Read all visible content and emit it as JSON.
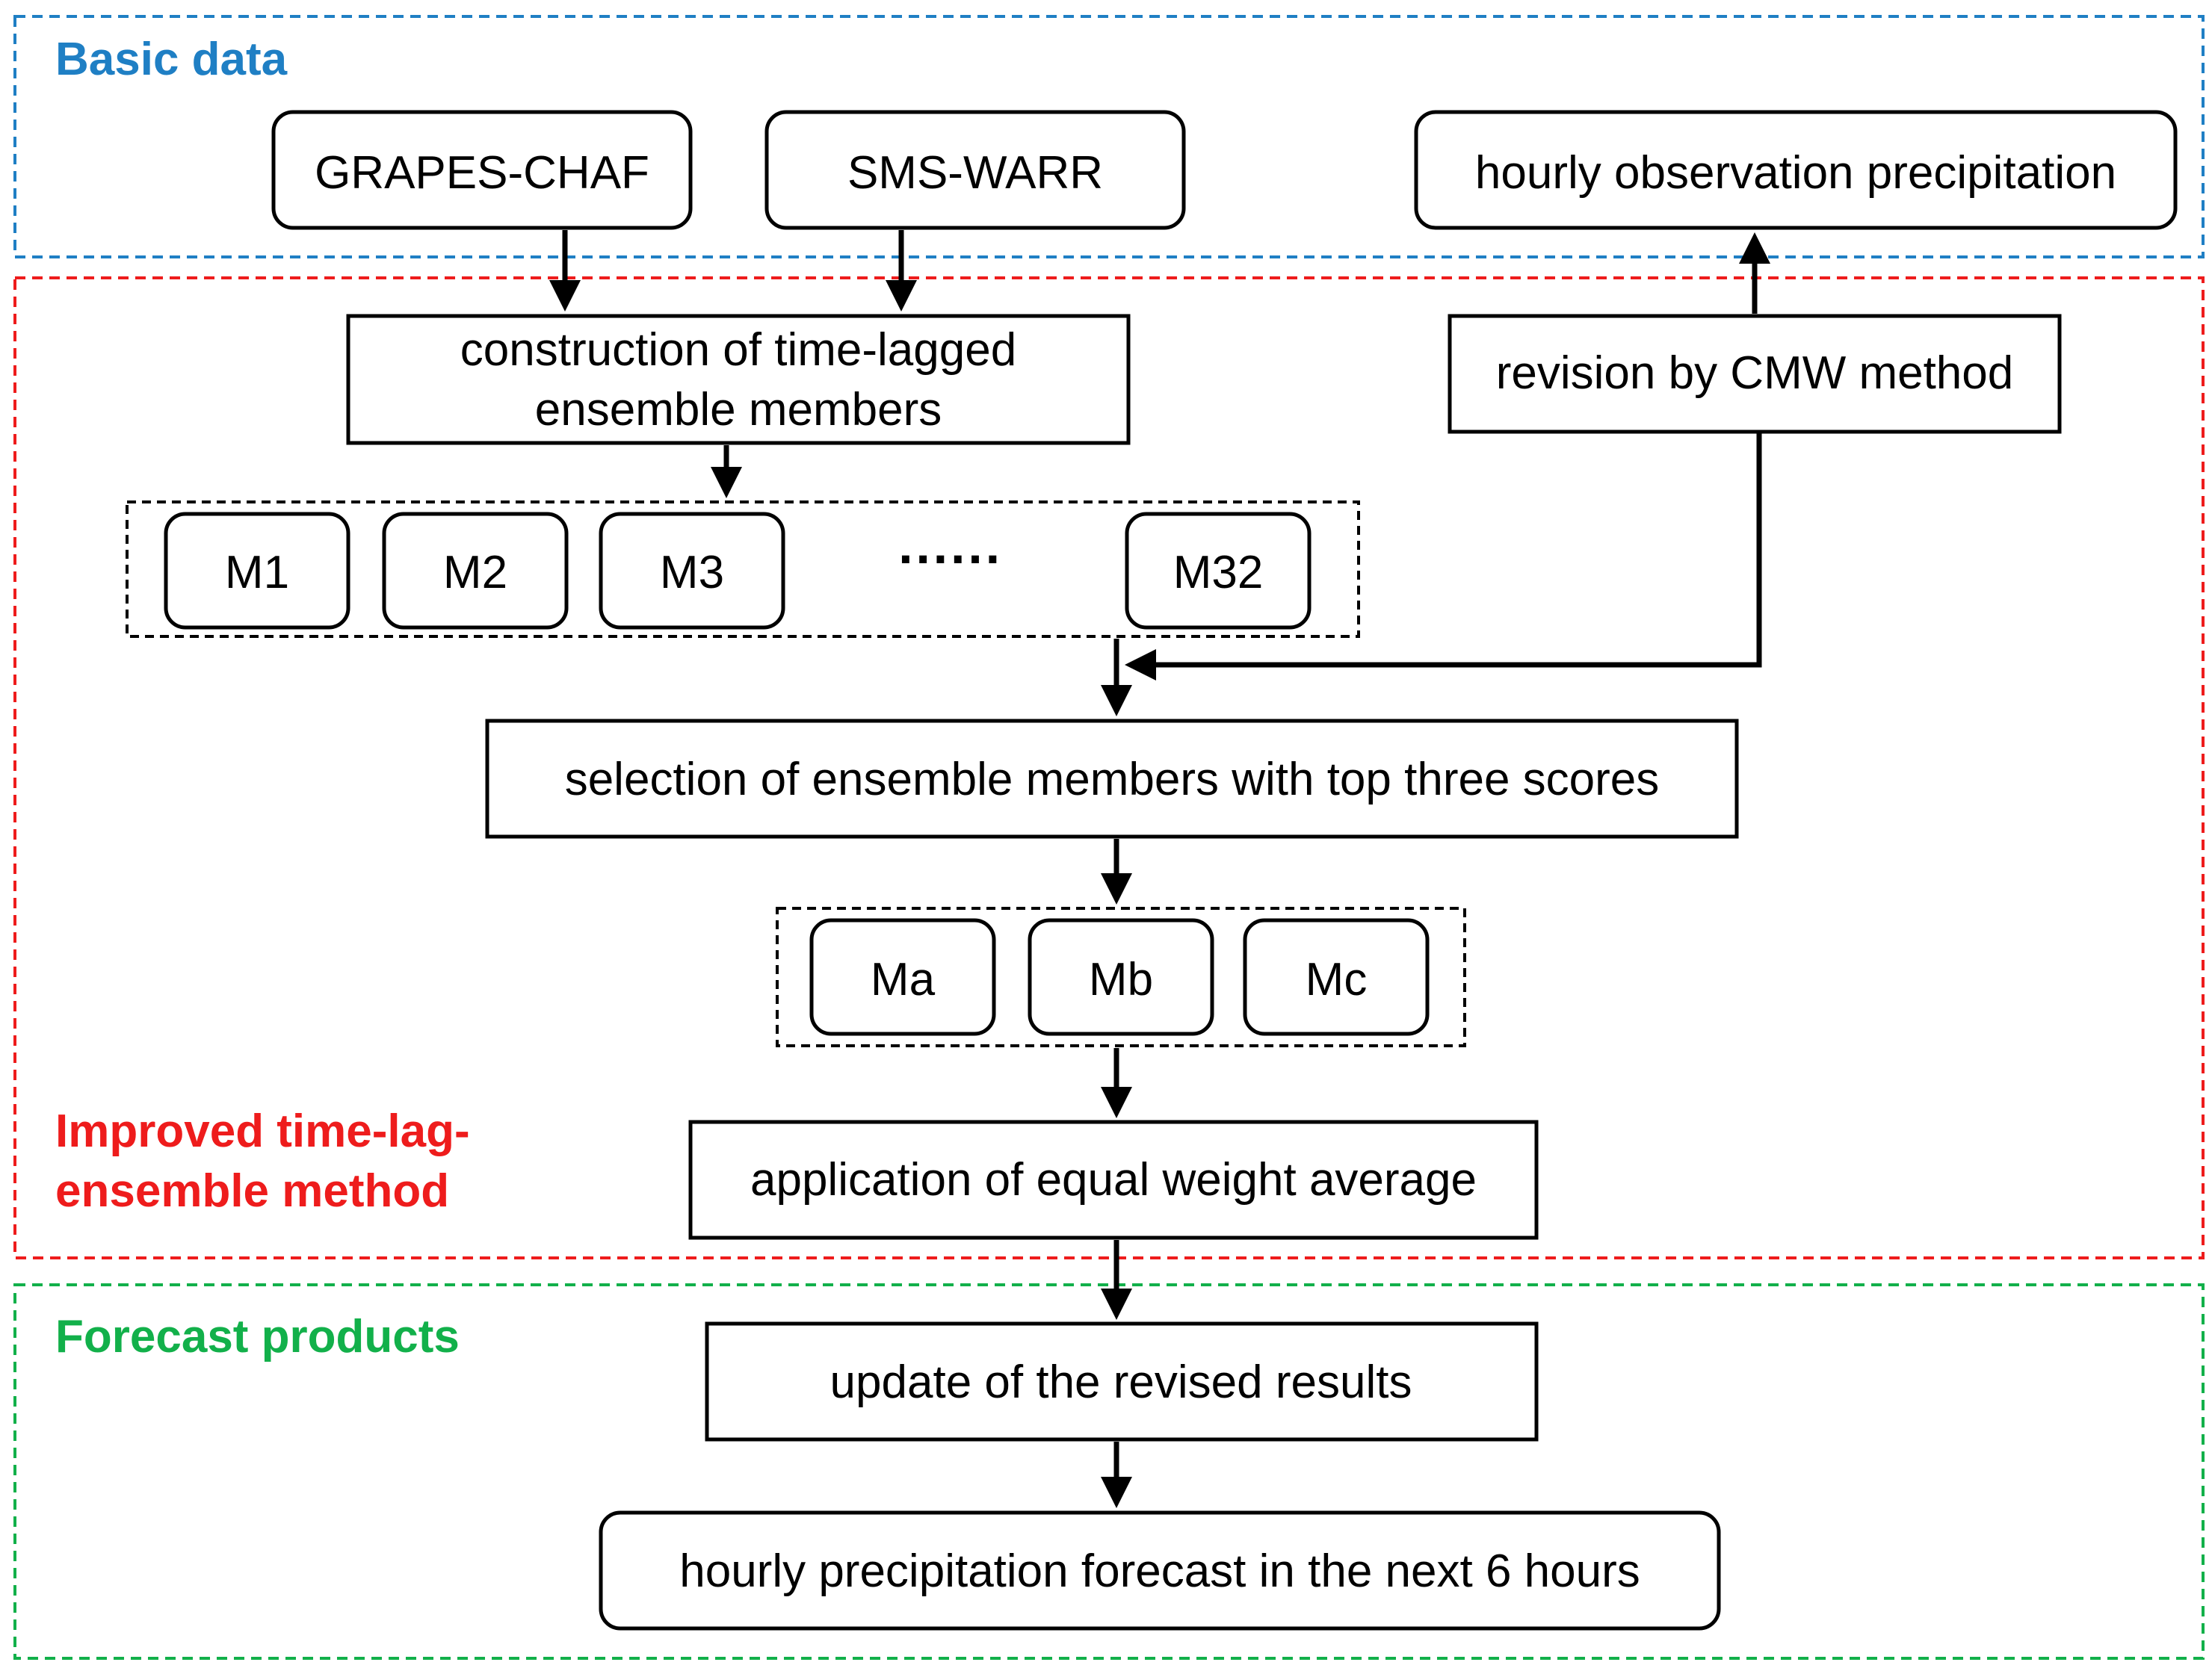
{
  "colors": {
    "basic": "#1f7fc4",
    "improved": "#ee1c1c",
    "forecast": "#12b04a",
    "ink": "#000000"
  },
  "regions": {
    "basic": {
      "label": "Basic data"
    },
    "improved": {
      "label_line1": "Improved time-lag-",
      "label_line2": "ensemble method"
    },
    "forecast": {
      "label": "Forecast products"
    }
  },
  "nodes": {
    "grapes": "GRAPES-CHAF",
    "sms": "SMS-WARR",
    "hourly_obs": "hourly observation precipitation",
    "construction_line1": "construction of time-lagged",
    "construction_line2": "ensemble members",
    "revision": "revision by CMW method",
    "selection": "selection of ensemble members with top three scores",
    "application": "application of equal weight average",
    "update": "update of the revised results",
    "final": "hourly precipitation forecast in the next 6 hours"
  },
  "members": {
    "m1": "M1",
    "m2": "M2",
    "m3": "M3",
    "ellipsis": "······",
    "m32": "M32"
  },
  "top_members": {
    "ma": "Ma",
    "mb": "Mb",
    "mc": "Mc"
  }
}
